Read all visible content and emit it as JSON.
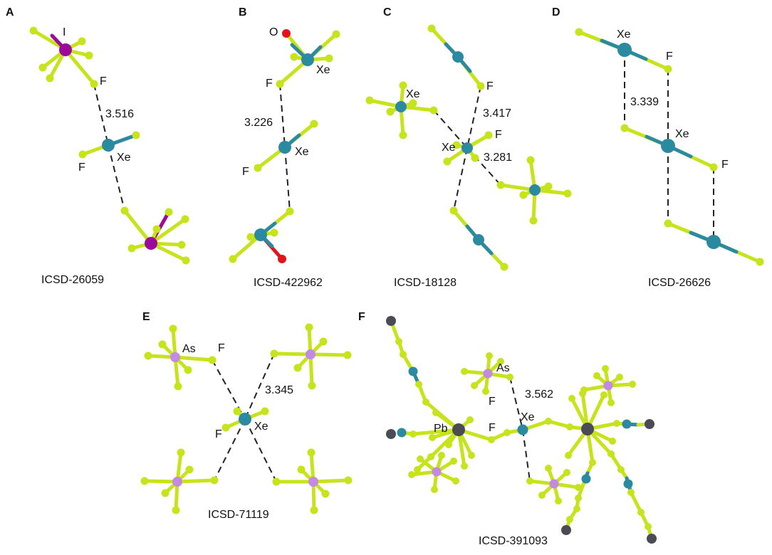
{
  "colors": {
    "Xe": "#2b8aa0",
    "F": "#c6e31b",
    "I": "#9c0a9c",
    "O": "#e0141a",
    "As": "#c489e2",
    "Pb": "#4a4b55",
    "C": "#4a4b55"
  },
  "panels": [
    {
      "letter": "A",
      "caption": "ICSD-26059",
      "labels": {
        "i": "I",
        "f_top": "F",
        "f_mid": "F",
        "xe": "Xe"
      },
      "distances": {
        "d1": "3.516"
      }
    },
    {
      "letter": "B",
      "caption": "ICSD-422962",
      "labels": {
        "o": "O",
        "xe_top": "Xe",
        "f_top": "F",
        "xe": "Xe",
        "f_mid": "F"
      },
      "distances": {
        "d1": "3.226"
      }
    },
    {
      "letter": "C",
      "caption": "ICSD-18128",
      "labels": {
        "xe_left": "Xe",
        "f_top": "F",
        "xe": "Xe",
        "f_mid": "F"
      },
      "distances": {
        "d1": "3.417",
        "d2": "3.281"
      }
    },
    {
      "letter": "D",
      "caption": "ICSD-26626",
      "labels": {
        "xe_top": "Xe",
        "f_top": "F",
        "xe": "Xe",
        "f_mid": "F"
      },
      "distances": {
        "d1": "3.339"
      }
    },
    {
      "letter": "E",
      "caption": "ICSD-71119",
      "labels": {
        "as": "As",
        "f_top": "F",
        "f_mid": "F",
        "xe": "Xe"
      },
      "distances": {
        "d1": "3.345"
      }
    },
    {
      "letter": "F",
      "caption": "ICSD-391093",
      "labels": {
        "as": "As",
        "f_as": "F",
        "xe": "Xe",
        "pb": "Pb",
        "f_bridge": "F"
      },
      "distances": {
        "d1": "3.562"
      }
    }
  ]
}
